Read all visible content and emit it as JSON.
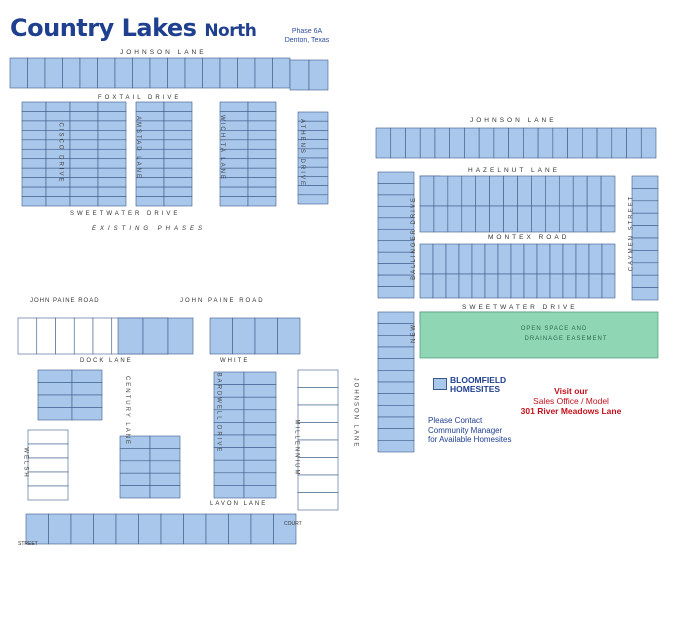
{
  "title": {
    "main": "Country Lakes",
    "sub": "North"
  },
  "phase": {
    "line1": "Phase 6A",
    "line2": "Denton, Texas"
  },
  "streets": {
    "johnson_lane": "JOHNSON LANE",
    "foxtail_drive": "FOXTAIL DRIVE",
    "sweetwater_drive": "SWEETWATER DRIVE",
    "existing_phases": "EXISTING PHASES",
    "cisco_drive": "CISCO DRIVE",
    "amstad_lane": "AMSTAD LANE",
    "wichita_lane": "WICHITA LANE",
    "athens_drive": "ATHENS DRIVE",
    "hazelnut_lane": "HAZELNUT LANE",
    "montex_road": "MONTEX ROAD",
    "ballinger_drive": "BALLINGER DRIVE",
    "caymen_street": "CAYMEN STREET",
    "new_street": "NEW",
    "john_paine_road": "JOHN PAINE ROAD",
    "dock_lane": "DOCK LANE",
    "white_lane": "WHITE",
    "century_lane": "CENTURY LANE",
    "bardwell_drive": "BARDWELL DRIVE",
    "welsh_street": "WELSH",
    "lavon_lane": "LAVON LANE",
    "millennium_lane": "MILLENNIUM",
    "johnson_lane_south": "JOHNSON LANE",
    "street_label": "STREET",
    "court_label": "COURT"
  },
  "open_space": {
    "line1": "OPEN SPACE AND",
    "line2": "DRAINAGE EASEMENT"
  },
  "legend": {
    "label": "BLOOMFIELD HOMESITES",
    "swatch_color": "#a9c7ea"
  },
  "sales": {
    "line1": "Visit our",
    "line2": "Sales Office / Model",
    "line3": "301 River Meadows Lane"
  },
  "contact": {
    "line1": "Please Contact",
    "line2": "Community Manager",
    "line3": "for Available Homesites"
  },
  "colors": {
    "lot": "#a9c7ea",
    "lot_stroke": "#3b5a8a",
    "open_space": "#8fd6b5",
    "title": "#1f3f8f",
    "accent_red": "#c3121d"
  }
}
